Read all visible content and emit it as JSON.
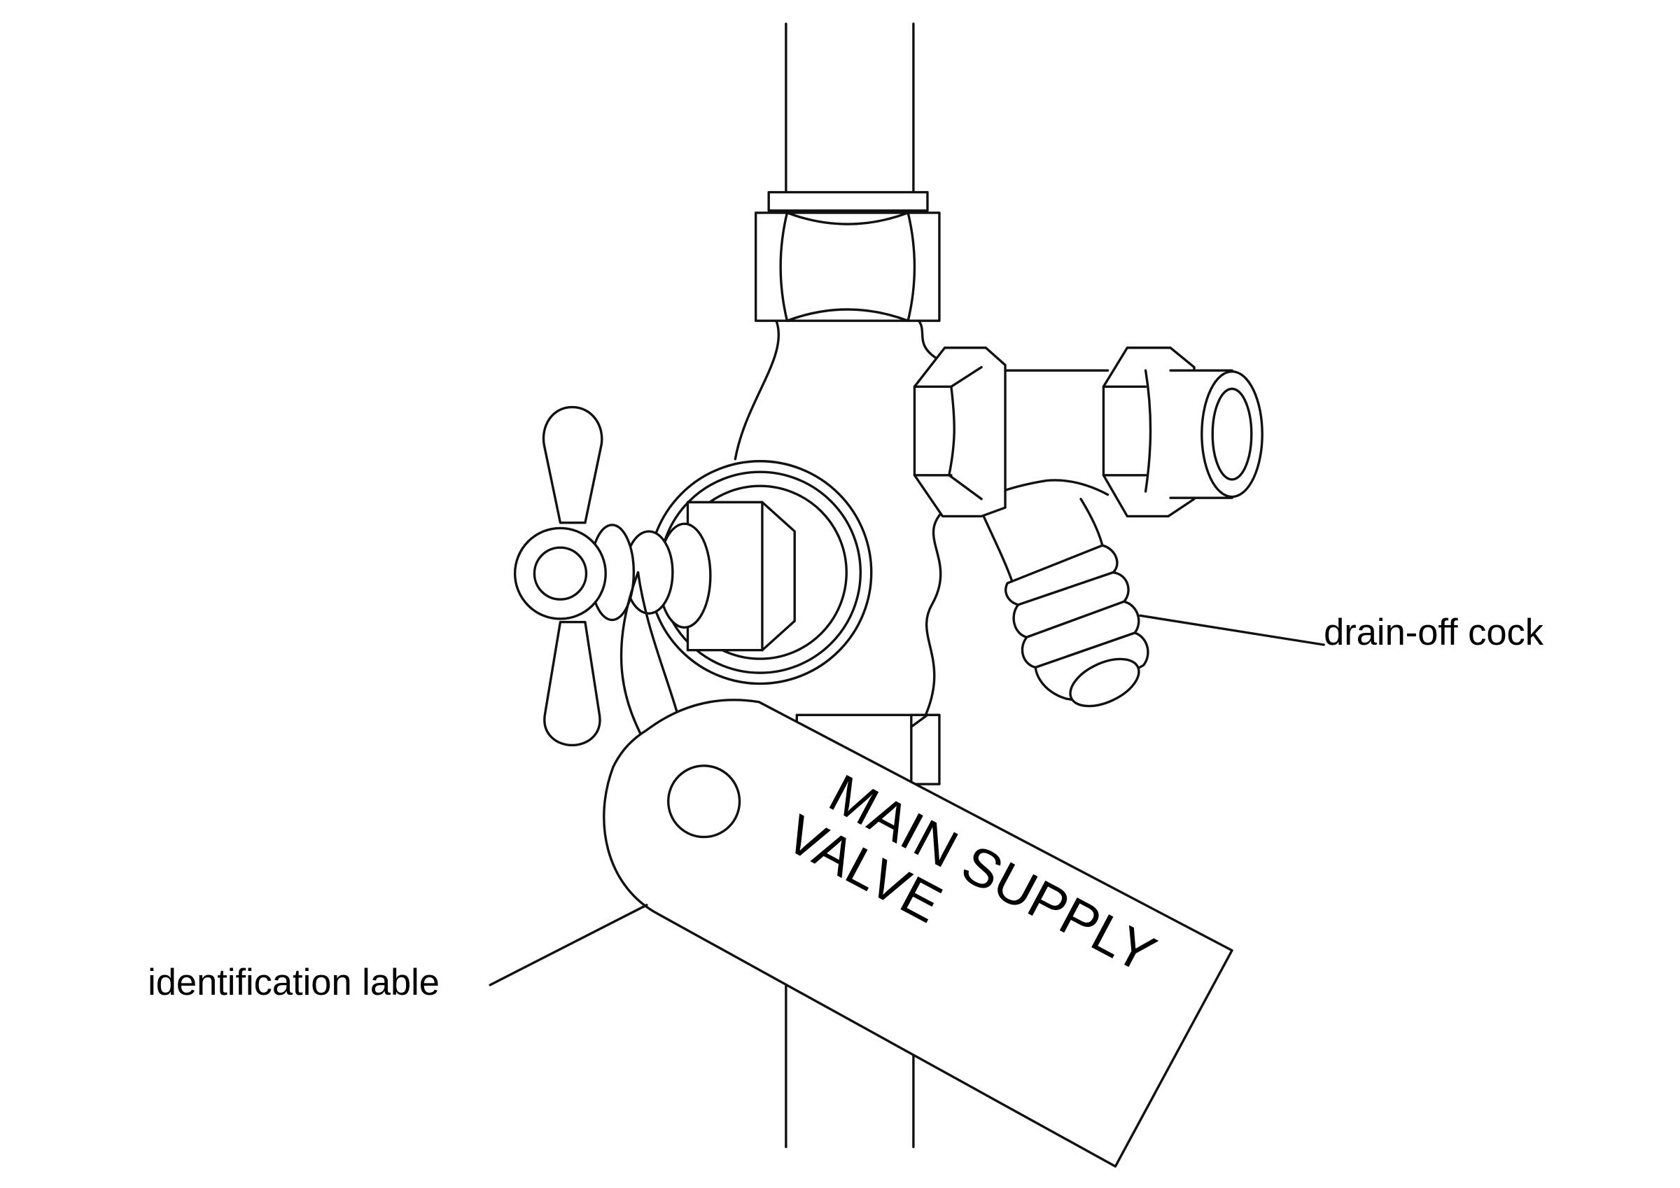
{
  "labels": {
    "drain_off_cock": "drain-off cock",
    "identification_label": "identification lable"
  },
  "tag": {
    "line1": "MAIN SUPPLY",
    "line2": "VALVE"
  },
  "colors": {
    "line": "#111111",
    "background": "#ffffff"
  }
}
